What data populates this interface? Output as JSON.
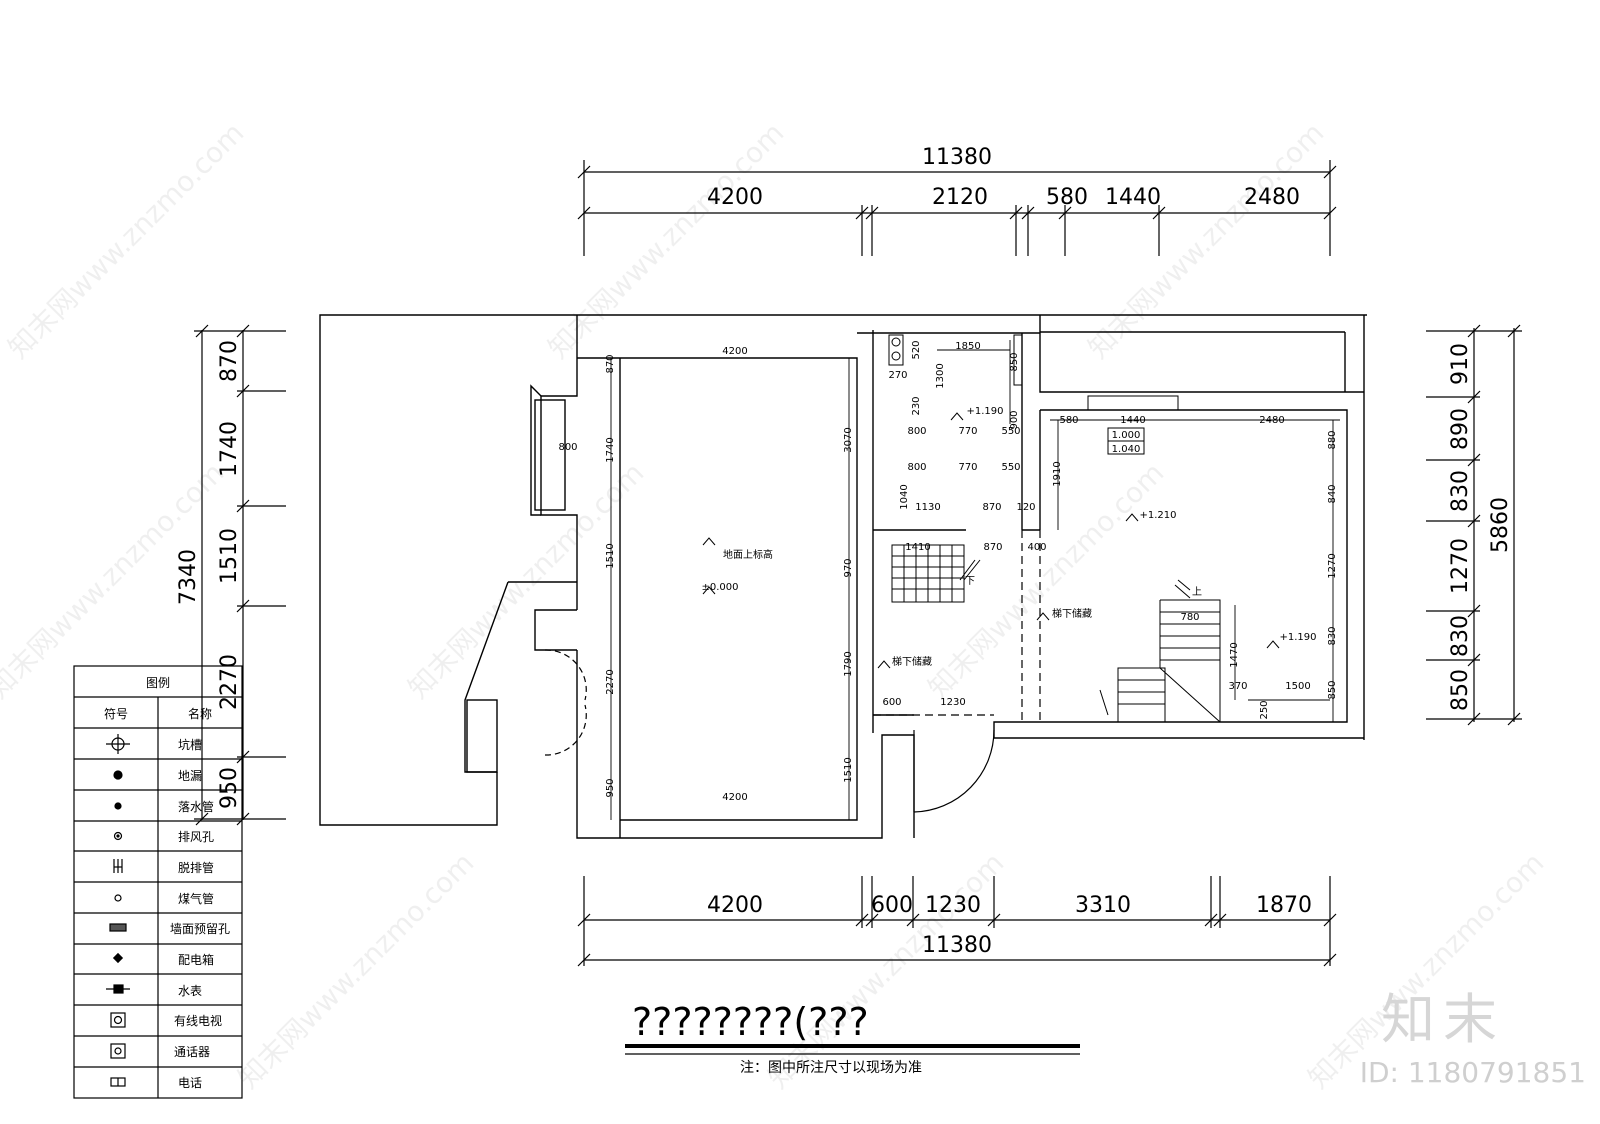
{
  "drawing": {
    "title": "????????(???",
    "note": "注：图中所注尺寸以现场为准"
  },
  "dimensions": {
    "top_total": "11380",
    "top_segments": [
      "4200",
      "2120",
      "580",
      "1440",
      "2480"
    ],
    "bottom_total": "11380",
    "bottom_segments": [
      "4200",
      "600",
      "1230",
      "3310",
      "1870"
    ],
    "left_total": "7340",
    "left_segments": [
      "870",
      "1740",
      "1510",
      "2270",
      "950"
    ],
    "right_total": "5860",
    "right_segments": [
      "910",
      "890",
      "830",
      "1270",
      "830",
      "850"
    ]
  },
  "inner_dims": {
    "main_top": "4200",
    "main_bottom": "4200",
    "main_left": [
      "870",
      "1740",
      "1510",
      "2270",
      "950"
    ],
    "main_right": [
      "3070",
      "970",
      "1790",
      "1510"
    ],
    "bay": "800",
    "bath_top": "1850",
    "bath_a": "520",
    "bath_b": "270",
    "bath_c": "1300",
    "bath_d": "850",
    "bath_e": "230",
    "bath_f": "900",
    "bath_row1": [
      "800",
      "770",
      "550"
    ],
    "bath_row2": [
      "800",
      "770",
      "550"
    ],
    "bath_g": "1040",
    "bath_row3": [
      "1130",
      "870",
      "120"
    ],
    "stair_row": [
      "1410",
      "870",
      "400"
    ],
    "corr": [
      "600",
      "1230"
    ],
    "right_top": [
      "580",
      "1440",
      "2480"
    ],
    "right_left": "1910",
    "right_right": [
      "880",
      "840",
      "1270",
      "830",
      "850"
    ],
    "right_stair": [
      "780",
      "1470",
      "370",
      "1500",
      "250"
    ],
    "tag_a": "1.000",
    "tag_b": "1.040"
  },
  "levels": {
    "main": "±0.000",
    "main_label": "地面上标高",
    "bath": "+1.190",
    "right": "+1.210",
    "right_lower": "+1.190",
    "stair_label": "梯下储藏",
    "corr_label": "梯下储藏"
  },
  "stair_down": "下",
  "stair_up": "上",
  "legend": {
    "title": "图例",
    "col_symbol": "符号",
    "col_name": "名称",
    "rows": [
      {
        "icon": "crosshair-circle-icon",
        "name": "坑槽"
      },
      {
        "icon": "filled-dot-icon",
        "name": "地漏"
      },
      {
        "icon": "small-dot-icon",
        "name": "落水管"
      },
      {
        "icon": "vent-dot-icon",
        "name": "排风孔"
      },
      {
        "icon": "drain-symbol-icon",
        "name": "脱排管"
      },
      {
        "icon": "gas-dot-icon",
        "name": "煤气管"
      },
      {
        "icon": "hatched-rect-icon",
        "name": "墙面预留孔"
      },
      {
        "icon": "diamond-icon",
        "name": "配电箱"
      },
      {
        "icon": "water-meter-icon",
        "name": "水表"
      },
      {
        "icon": "tv-box-icon",
        "name": "有线电视"
      },
      {
        "icon": "intercom-box-icon",
        "name": "通话器"
      },
      {
        "icon": "phone-box-icon",
        "name": "电话"
      }
    ]
  },
  "watermark": {
    "text": "知末网www.znzmo.com",
    "brand": "知末",
    "id": "ID: 1180791851"
  }
}
